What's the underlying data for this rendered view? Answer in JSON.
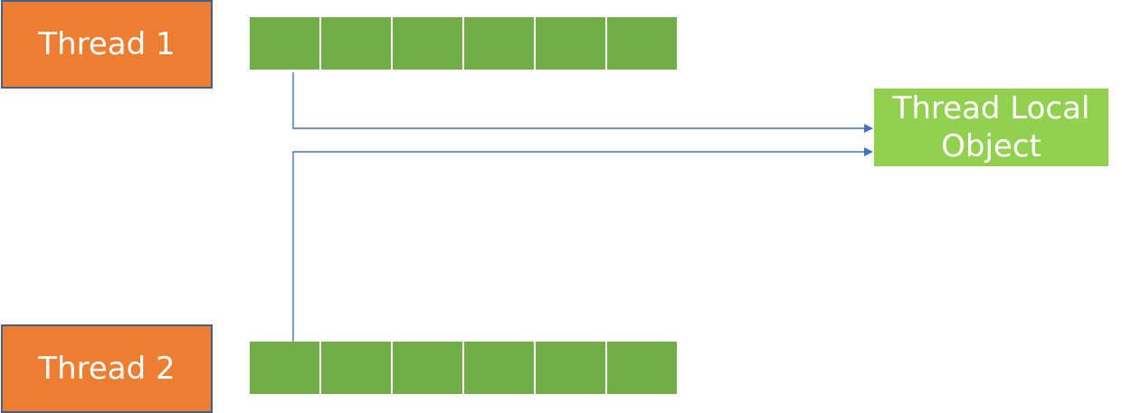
{
  "threads": [
    {
      "label": "Thread 1",
      "slots": 6
    },
    {
      "label": "Thread 2",
      "slots": 6
    }
  ],
  "thread_local_object": {
    "line1": "Thread Local",
    "line2": "Object"
  },
  "colors": {
    "thread_fill": "#ed7d31",
    "slot_fill": "#70ad47",
    "object_fill": "#92d050",
    "connector": "#4472c4"
  }
}
